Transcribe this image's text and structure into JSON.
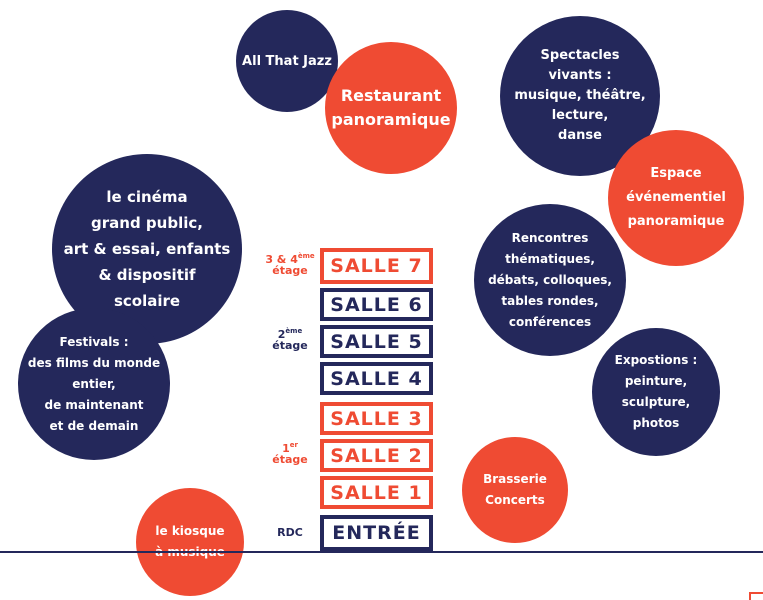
{
  "colors": {
    "navy": "#24285b",
    "red": "#ef4b33"
  },
  "bubbles": {
    "all_that_jazz": "All That Jazz",
    "restaurant": "Restaurant\npanoramique",
    "spectacles": "Spectacles\nvivants :\nmusique, théâtre,\nlecture,\ndanse",
    "espace": "Espace\névénementiel\npanoramique",
    "cinema": "le cinéma\ngrand public,\nart & essai, enfants\n& dispositif\nscolaire",
    "festivals": "Festivals :\ndes films du monde\nentier,\nde maintenant\net de demain",
    "rencontres": "Rencontres\nthématiques,\ndébats, colloques,\ntables rondes,\nconférences",
    "expositions": "Expostions :\npeinture,\nsculpture,\nphotos",
    "brasserie": "Brasserie\nConcerts",
    "kiosque": "le kiosque\nà musique"
  },
  "floors": {
    "salle7": "SALLE 7",
    "salle6": "SALLE 6",
    "salle5": "SALLE 5",
    "salle4": "SALLE 4",
    "salle3": "SALLE 3",
    "salle2": "SALLE 2",
    "salle1": "SALLE 1",
    "entree": "ENTRÉE"
  },
  "levels": {
    "l34_num": "3 & 4",
    "l34_sup": "ème",
    "l34_word": "étage",
    "l2_num": "2",
    "l2_sup": "ème",
    "l2_word": "étage",
    "l1_num": "1",
    "l1_sup": "er",
    "l1_word": "étage",
    "rdc": "RDC"
  }
}
